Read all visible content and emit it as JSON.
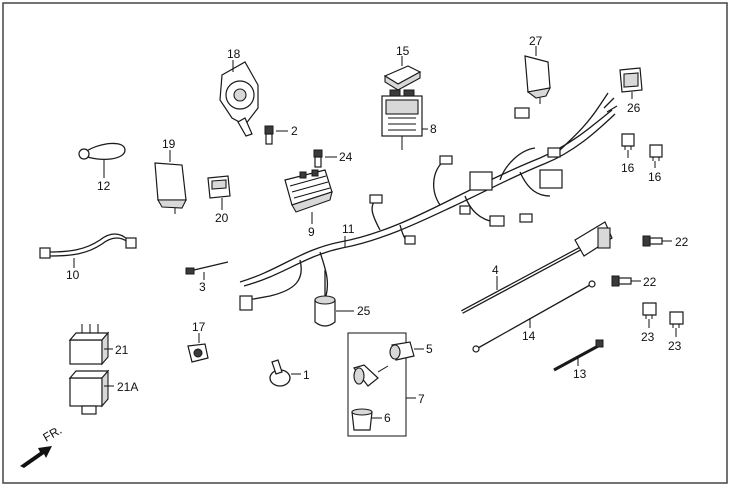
{
  "callouts": [
    "1",
    "2",
    "3",
    "4",
    "5",
    "6",
    "7",
    "8",
    "9",
    "10",
    "11",
    "12",
    "13",
    "14",
    "15",
    "16",
    "17",
    "18",
    "19",
    "20",
    "21",
    "21A",
    "22",
    "23",
    "24",
    "25",
    "26",
    "27"
  ],
  "labels": {
    "p1": "1",
    "p2": "2",
    "p3": "3",
    "p4": "4",
    "p5": "5",
    "p6": "6",
    "p7": "7",
    "p8": "8",
    "p9": "9",
    "p10": "10",
    "p11": "11",
    "p12": "12",
    "p13": "13",
    "p14": "14",
    "p15": "15",
    "p16a": "16",
    "p16b": "16",
    "p17": "17",
    "p18": "18",
    "p19": "19",
    "p20": "20",
    "p21": "21",
    "p21a": "21A",
    "p22a": "22",
    "p22b": "22",
    "p23a": "23",
    "p23b": "23",
    "p24": "24",
    "p25": "25",
    "p26": "26",
    "p27": "27"
  },
  "direction": {
    "label": "FR."
  },
  "colors": {
    "ink": "#1a1a1a",
    "frame": "#444444",
    "background": "#ffffff"
  }
}
